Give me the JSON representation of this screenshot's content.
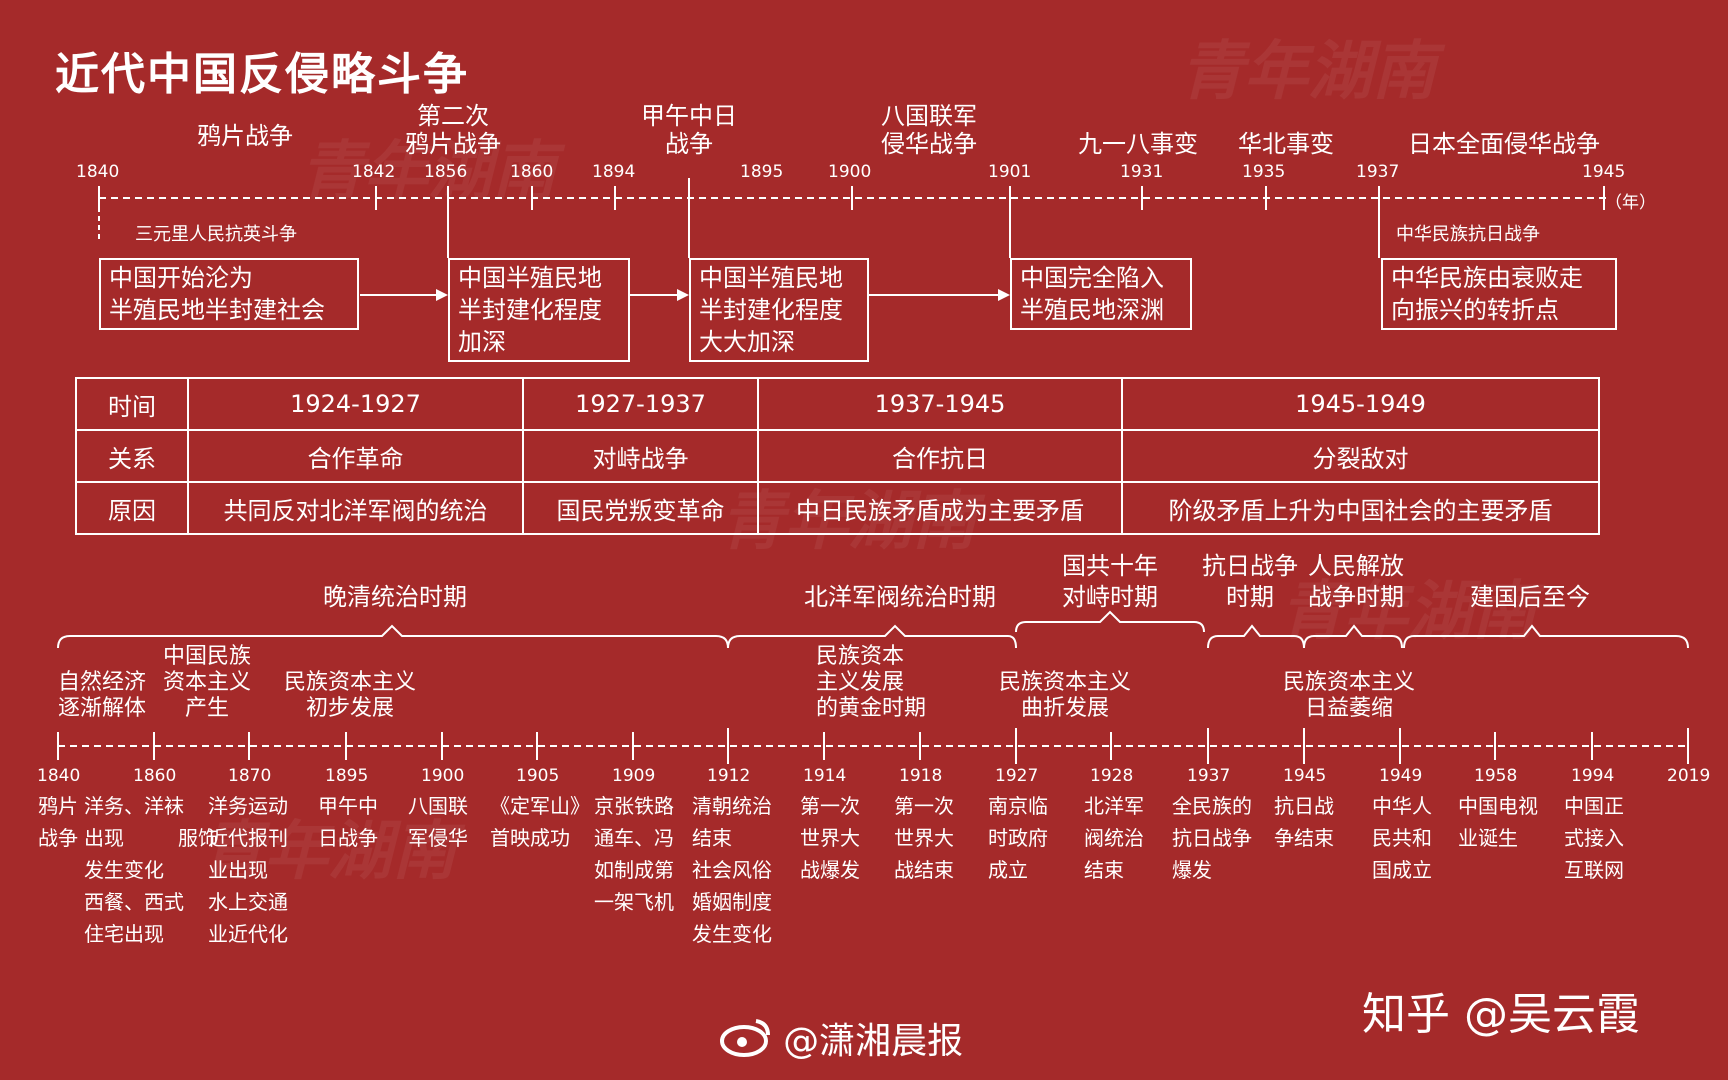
{
  "title": "近代中国反侵略斗争",
  "timeline1": {
    "years": [
      "1840",
      "1842",
      "1856",
      "1860",
      "1894",
      "1895",
      "1900",
      "1901",
      "1931",
      "1935",
      "1937",
      "1945"
    ],
    "unit": "（年）",
    "wars": [
      {
        "l1": "",
        "l2": "鸦片战争"
      },
      {
        "l1": "第二次",
        "l2": "鸦片战争"
      },
      {
        "l1": "甲午中日",
        "l2": "战争"
      },
      {
        "l1": "八国联军",
        "l2": "侵华战争"
      },
      {
        "l1": "",
        "l2": "九一八事变"
      },
      {
        "l1": "",
        "l2": "华北事变"
      },
      {
        "l1": "",
        "l2": "日本全面侵华战争"
      }
    ],
    "notes": [
      "三元里人民抗英斗争",
      "中华民族抗日战争"
    ],
    "boxes": [
      [
        "中国开始沦为",
        "半殖民地半封建社会"
      ],
      [
        "中国半殖民地",
        "半封建化程度",
        "加深"
      ],
      [
        "中国半殖民地",
        "半封建化程度",
        "大大加深"
      ],
      [
        "中国完全陷入",
        "半殖民地深渊"
      ],
      [
        "中华民族由衰败走",
        "向振兴的转折点"
      ]
    ]
  },
  "relations": {
    "row_labels": [
      "时间",
      "关系",
      "原因"
    ],
    "columns": [
      {
        "time": "1924-1927",
        "relation": "合作革命",
        "reason": "共同反对北洋军阀的统治"
      },
      {
        "time": "1927-1937",
        "relation": "对峙战争",
        "reason": "国民党叛变革命"
      },
      {
        "time": "1937-1945",
        "relation": "合作抗日",
        "reason": "中日民族矛盾成为主要矛盾"
      },
      {
        "time": "1945-1949",
        "relation": "分裂敌对",
        "reason": "阶级矛盾上升为中国社会的主要矛盾"
      }
    ]
  },
  "timeline2": {
    "eras": [
      {
        "l1": "",
        "l2": "晚清统治时期"
      },
      {
        "l1": "",
        "l2": "北洋军阀统治时期"
      },
      {
        "l1": "国共十年",
        "l2": "对峙时期"
      },
      {
        "l1": "抗日战争",
        "l2": "时期"
      },
      {
        "l1": "人民解放",
        "l2": "战争时期"
      },
      {
        "l1": "",
        "l2": "建国后至今"
      }
    ],
    "economy": [
      [
        "自然经济",
        "逐渐解体"
      ],
      [
        "中国民族",
        "资本主义",
        "产生"
      ],
      [
        "民族资本主义",
        "初步发展"
      ],
      [
        "民族资本",
        "主义发展",
        "的黄金时期"
      ],
      [
        "民族资本主义",
        "曲折发展"
      ],
      [
        "民族资本主义",
        "日益萎缩"
      ]
    ],
    "years": [
      "1840",
      "1860",
      "1870",
      "1895",
      "1900",
      "1905",
      "1909",
      "1912",
      "1914",
      "1918",
      "1927",
      "1928",
      "1937",
      "1945",
      "1949",
      "1958",
      "1994",
      "2019"
    ],
    "events": [
      [
        "鸦片",
        "战争"
      ],
      [
        "洋务、洋袜",
        "出现",
        "服饰",
        "发生变化",
        "西餐、西式",
        "住宅出现"
      ],
      [
        "洋务运动",
        "近代报刊",
        "业出现",
        "水上交通",
        "业近代化"
      ],
      [
        "甲午中",
        "日战争"
      ],
      [
        "八国联",
        "军侵华"
      ],
      [
        "《定军山》",
        "首映成功"
      ],
      [
        "京张铁路",
        "通车、冯",
        "如制成第",
        "一架飞机"
      ],
      [
        "清朝统治",
        "结束",
        "社会风俗",
        "婚姻制度",
        "发生变化"
      ],
      [
        "第一次",
        "世界大",
        "战爆发"
      ],
      [
        "第一次",
        "世界大",
        "战结束"
      ],
      [
        "南京临",
        "时政府",
        "成立"
      ],
      [
        "北洋军",
        "阀统治",
        "结束"
      ],
      [
        "全民族的",
        "抗日战争",
        "爆发"
      ],
      [
        "抗日战",
        "争结束"
      ],
      [
        "中华人",
        "民共和",
        "国成立"
      ],
      [
        "中国电视",
        "业诞生"
      ],
      [
        "中国正",
        "式接入",
        "互联网"
      ]
    ]
  },
  "footer": {
    "zhihu": "知乎 @吴云霞",
    "weibo": "@潇湘晨报"
  },
  "watermark": "青年湖南",
  "colors": {
    "background": "#a52a2a",
    "ink": "#ffffff"
  }
}
